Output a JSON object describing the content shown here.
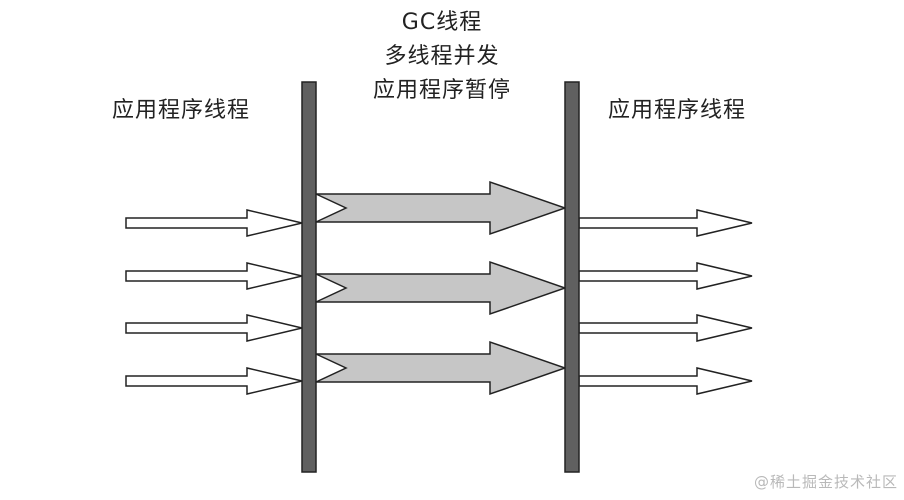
{
  "labels": {
    "gc_line1": "GC线程",
    "gc_line2": "多线程并发",
    "gc_line3": "应用程序暂停",
    "left": "应用程序线程",
    "right": "应用程序线程"
  },
  "watermark": "@稀土掘金技术社区",
  "colors": {
    "bar": "#606060",
    "bar_stroke": "#222222",
    "gc_arrow_fill": "#c6c6c6",
    "app_arrow_fill": "#ffffff",
    "stroke": "#222222"
  },
  "diagram": {
    "app_threads_before": 4,
    "gc_threads": 3,
    "app_threads_after": 4
  }
}
